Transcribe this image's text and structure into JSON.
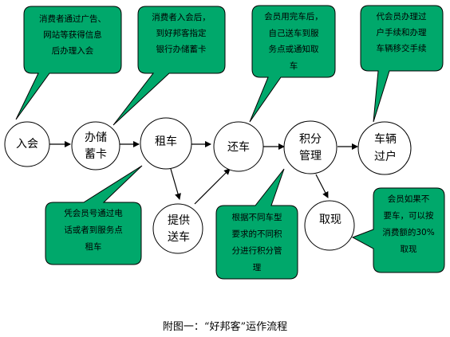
{
  "nodes": {
    "join": "入会",
    "card": [
      "办储",
      "蓄卡"
    ],
    "rent": "租车",
    "return": "还车",
    "points": [
      "积分",
      "管理"
    ],
    "transfer": [
      "车辆",
      "过户"
    ],
    "delivery": [
      "提供",
      "送车"
    ],
    "cash": "取现"
  },
  "callouts": {
    "c1": [
      "消费者通过广告、",
      "网站等获得信息",
      "后办理入会"
    ],
    "c2": [
      "消费者入会后，",
      "到好邦客指定",
      "银行办储蓄卡"
    ],
    "c3": [
      "会员用完车后，",
      "自己送车到服",
      "务点或通知取",
      "车"
    ],
    "c4": [
      "代会员办理过",
      "户手续和办理",
      "车辆移交手续"
    ],
    "c5": [
      "凭会员号通过电",
      "话或者到服务点",
      "租车"
    ],
    "c6": [
      "根据不同车型",
      "要求的不同积",
      "分进行积分管",
      "理"
    ],
    "c7": [
      "会员如果不",
      "要车，可以按",
      "消费额的30%",
      "取现"
    ]
  },
  "caption": "附图一：“好邦客”运作流程",
  "colors": {
    "callout_fill": "#00a86b",
    "stroke": "#000000",
    "node_fill": "#ffffff"
  }
}
